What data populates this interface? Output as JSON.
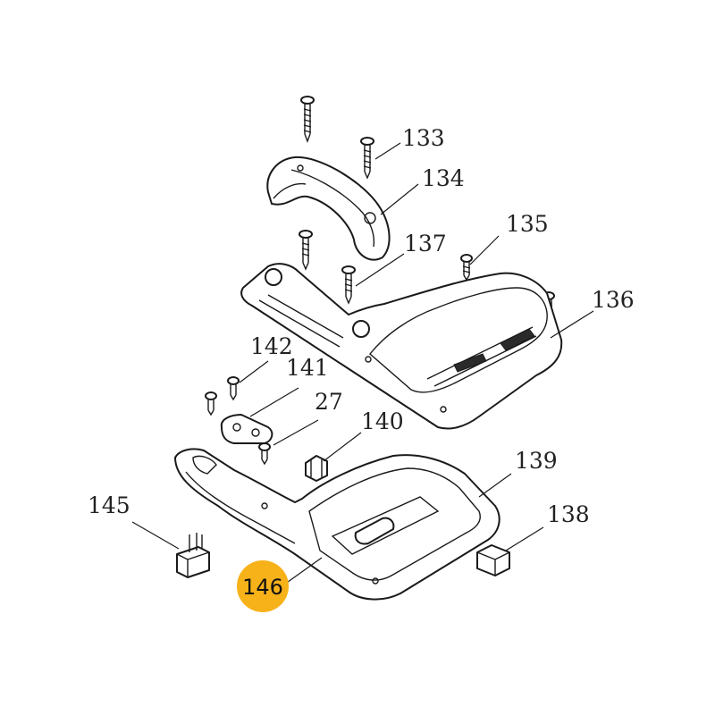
{
  "callouts": {
    "c133": "133",
    "c134": "134",
    "c135": "135",
    "c136": "136",
    "c137": "137",
    "c142": "142",
    "c141": "141",
    "c27": "27",
    "c140": "140",
    "c139": "139",
    "c145": "145",
    "c138": "138",
    "c146": "146"
  },
  "colors": {
    "highlight": "#f7b21a",
    "line": "#1a1a1a"
  }
}
